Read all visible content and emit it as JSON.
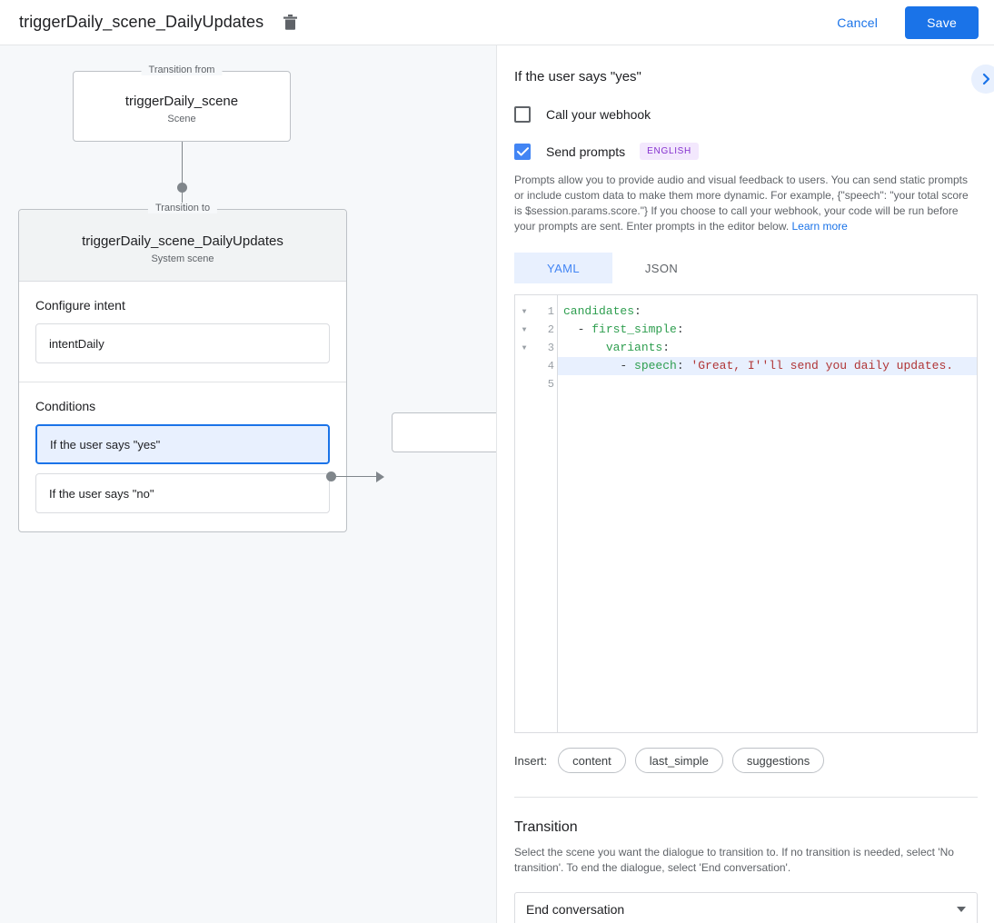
{
  "topbar": {
    "title": "triggerDaily_scene_DailyUpdates",
    "delete_icon": "trash-icon",
    "cancel_label": "Cancel",
    "save_label": "Save"
  },
  "canvas": {
    "from_node": {
      "legend": "Transition from",
      "title": "triggerDaily_scene",
      "subtitle": "Scene"
    },
    "to_node": {
      "legend": "Transition to",
      "title": "triggerDaily_scene_DailyUpdates",
      "subtitle": "System scene"
    },
    "intent_section": {
      "label": "Configure intent",
      "value": "intentDaily"
    },
    "conditions_section": {
      "label": "Conditions",
      "items": [
        {
          "label": "If the user says \"yes\"",
          "selected": true
        },
        {
          "label": "If the user says \"no\"",
          "selected": false
        }
      ]
    }
  },
  "panel": {
    "title": "If the user says \"yes\"",
    "expand_icon": "chevron-right-icon",
    "webhook": {
      "label": "Call your webhook",
      "checked": false
    },
    "prompts": {
      "label": "Send prompts",
      "checked": true,
      "language_badge": "ENGLISH",
      "description": "Prompts allow you to provide audio and visual feedback to users. You can send static prompts or include custom data to make them more dynamic. For example, {\"speech\": \"your total score is $session.params.score.\"} If you choose to call your webhook, your code will be run before your prompts are sent. Enter prompts in the editor below. ",
      "learn_more": "Learn more"
    },
    "editor": {
      "tabs": [
        {
          "label": "YAML",
          "active": true
        },
        {
          "label": "JSON",
          "active": false
        }
      ],
      "lines": [
        {
          "num": "1",
          "fold": true,
          "highlight": false,
          "segments": [
            {
              "t": "candidates",
              "c": "k"
            },
            {
              "t": ":",
              "c": "p"
            }
          ]
        },
        {
          "num": "2",
          "fold": true,
          "highlight": false,
          "segments": [
            {
              "t": "  - ",
              "c": "p"
            },
            {
              "t": "first_simple",
              "c": "k"
            },
            {
              "t": ":",
              "c": "p"
            }
          ]
        },
        {
          "num": "3",
          "fold": true,
          "highlight": false,
          "segments": [
            {
              "t": "      ",
              "c": "p"
            },
            {
              "t": "variants",
              "c": "k"
            },
            {
              "t": ":",
              "c": "p"
            }
          ]
        },
        {
          "num": "4",
          "fold": false,
          "highlight": true,
          "segments": [
            {
              "t": "        - ",
              "c": "p"
            },
            {
              "t": "speech",
              "c": "k"
            },
            {
              "t": ": ",
              "c": "p"
            },
            {
              "t": "'Great, I''ll send you daily updates.",
              "c": "s"
            }
          ]
        },
        {
          "num": "5",
          "fold": false,
          "highlight": false,
          "segments": []
        }
      ],
      "insert_label": "Insert:",
      "insert_chips": [
        "content",
        "last_simple",
        "suggestions"
      ]
    },
    "transition": {
      "title": "Transition",
      "description": "Select the scene you want the dialogue to transition to. If no transition is needed, select 'No transition'. To end the dialogue, select 'End conversation'.",
      "selected": "End conversation",
      "caret_icon": "caret-down-icon"
    }
  },
  "colors": {
    "accent": "#1a73e8",
    "accent_light": "#e8f0fe",
    "badge_bg": "#f3e8fd",
    "badge_fg": "#8430ce",
    "canvas_bg": "#f6f8fa",
    "border": "#dadce0"
  }
}
